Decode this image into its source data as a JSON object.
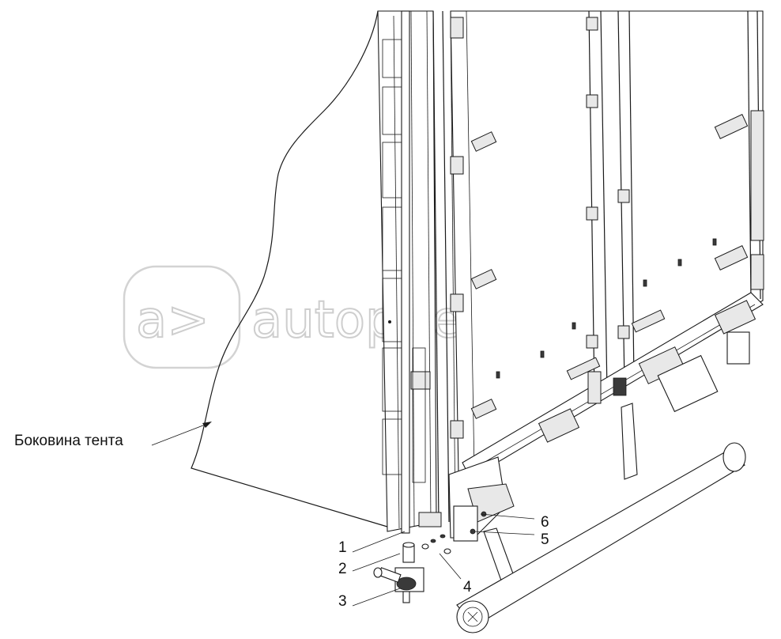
{
  "watermark": {
    "text": "autopiter.ru"
  },
  "callouts": {
    "side_panel": "Боковина тента",
    "item_1": "1",
    "item_2": "2",
    "item_3": "3",
    "item_4": "4",
    "item_5": "5",
    "item_6": "6"
  }
}
